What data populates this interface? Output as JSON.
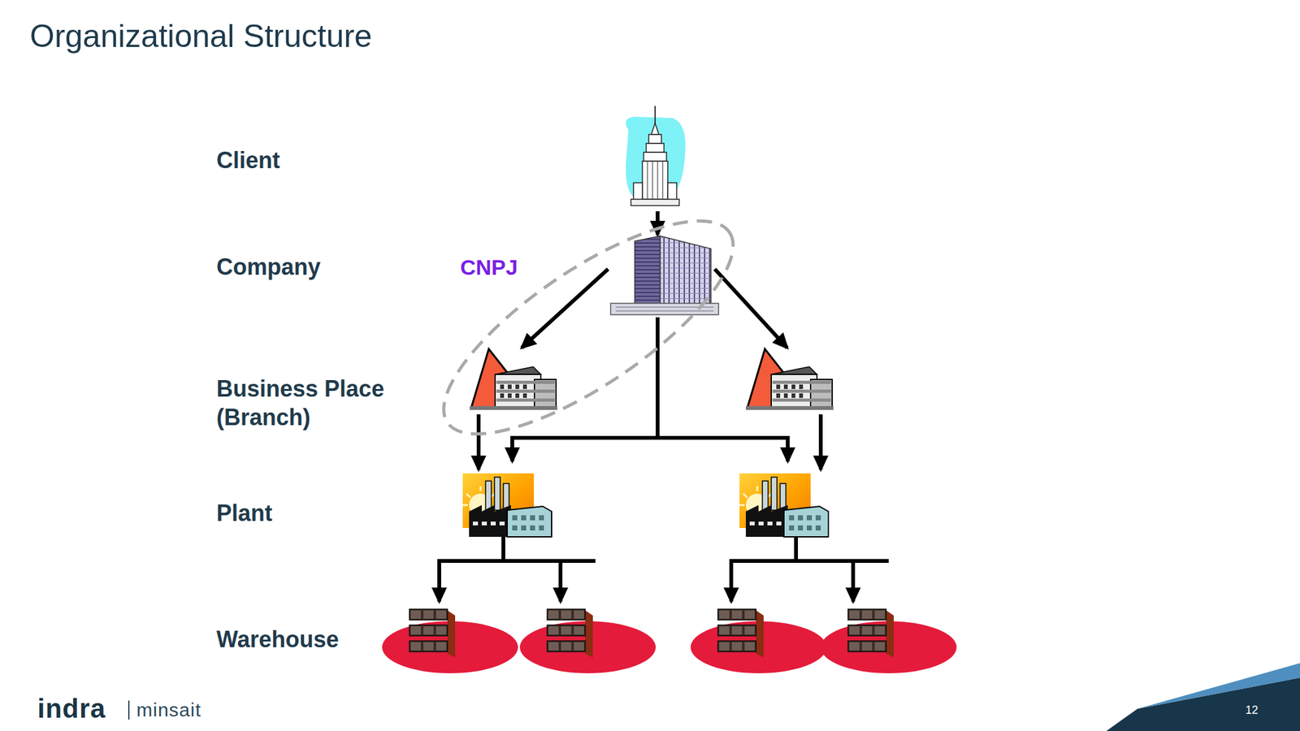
{
  "diagram": {
    "title": "Organizational Structure",
    "nodes": [
      {
        "text": [
          "CNPJ"
        ]
      }
    ],
    "labels": [
      "Client",
      "Company",
      "Business Place (Branch)",
      "Plant",
      "Warehouse",
      "indra",
      "minsait",
      "12"
    ]
  }
}
